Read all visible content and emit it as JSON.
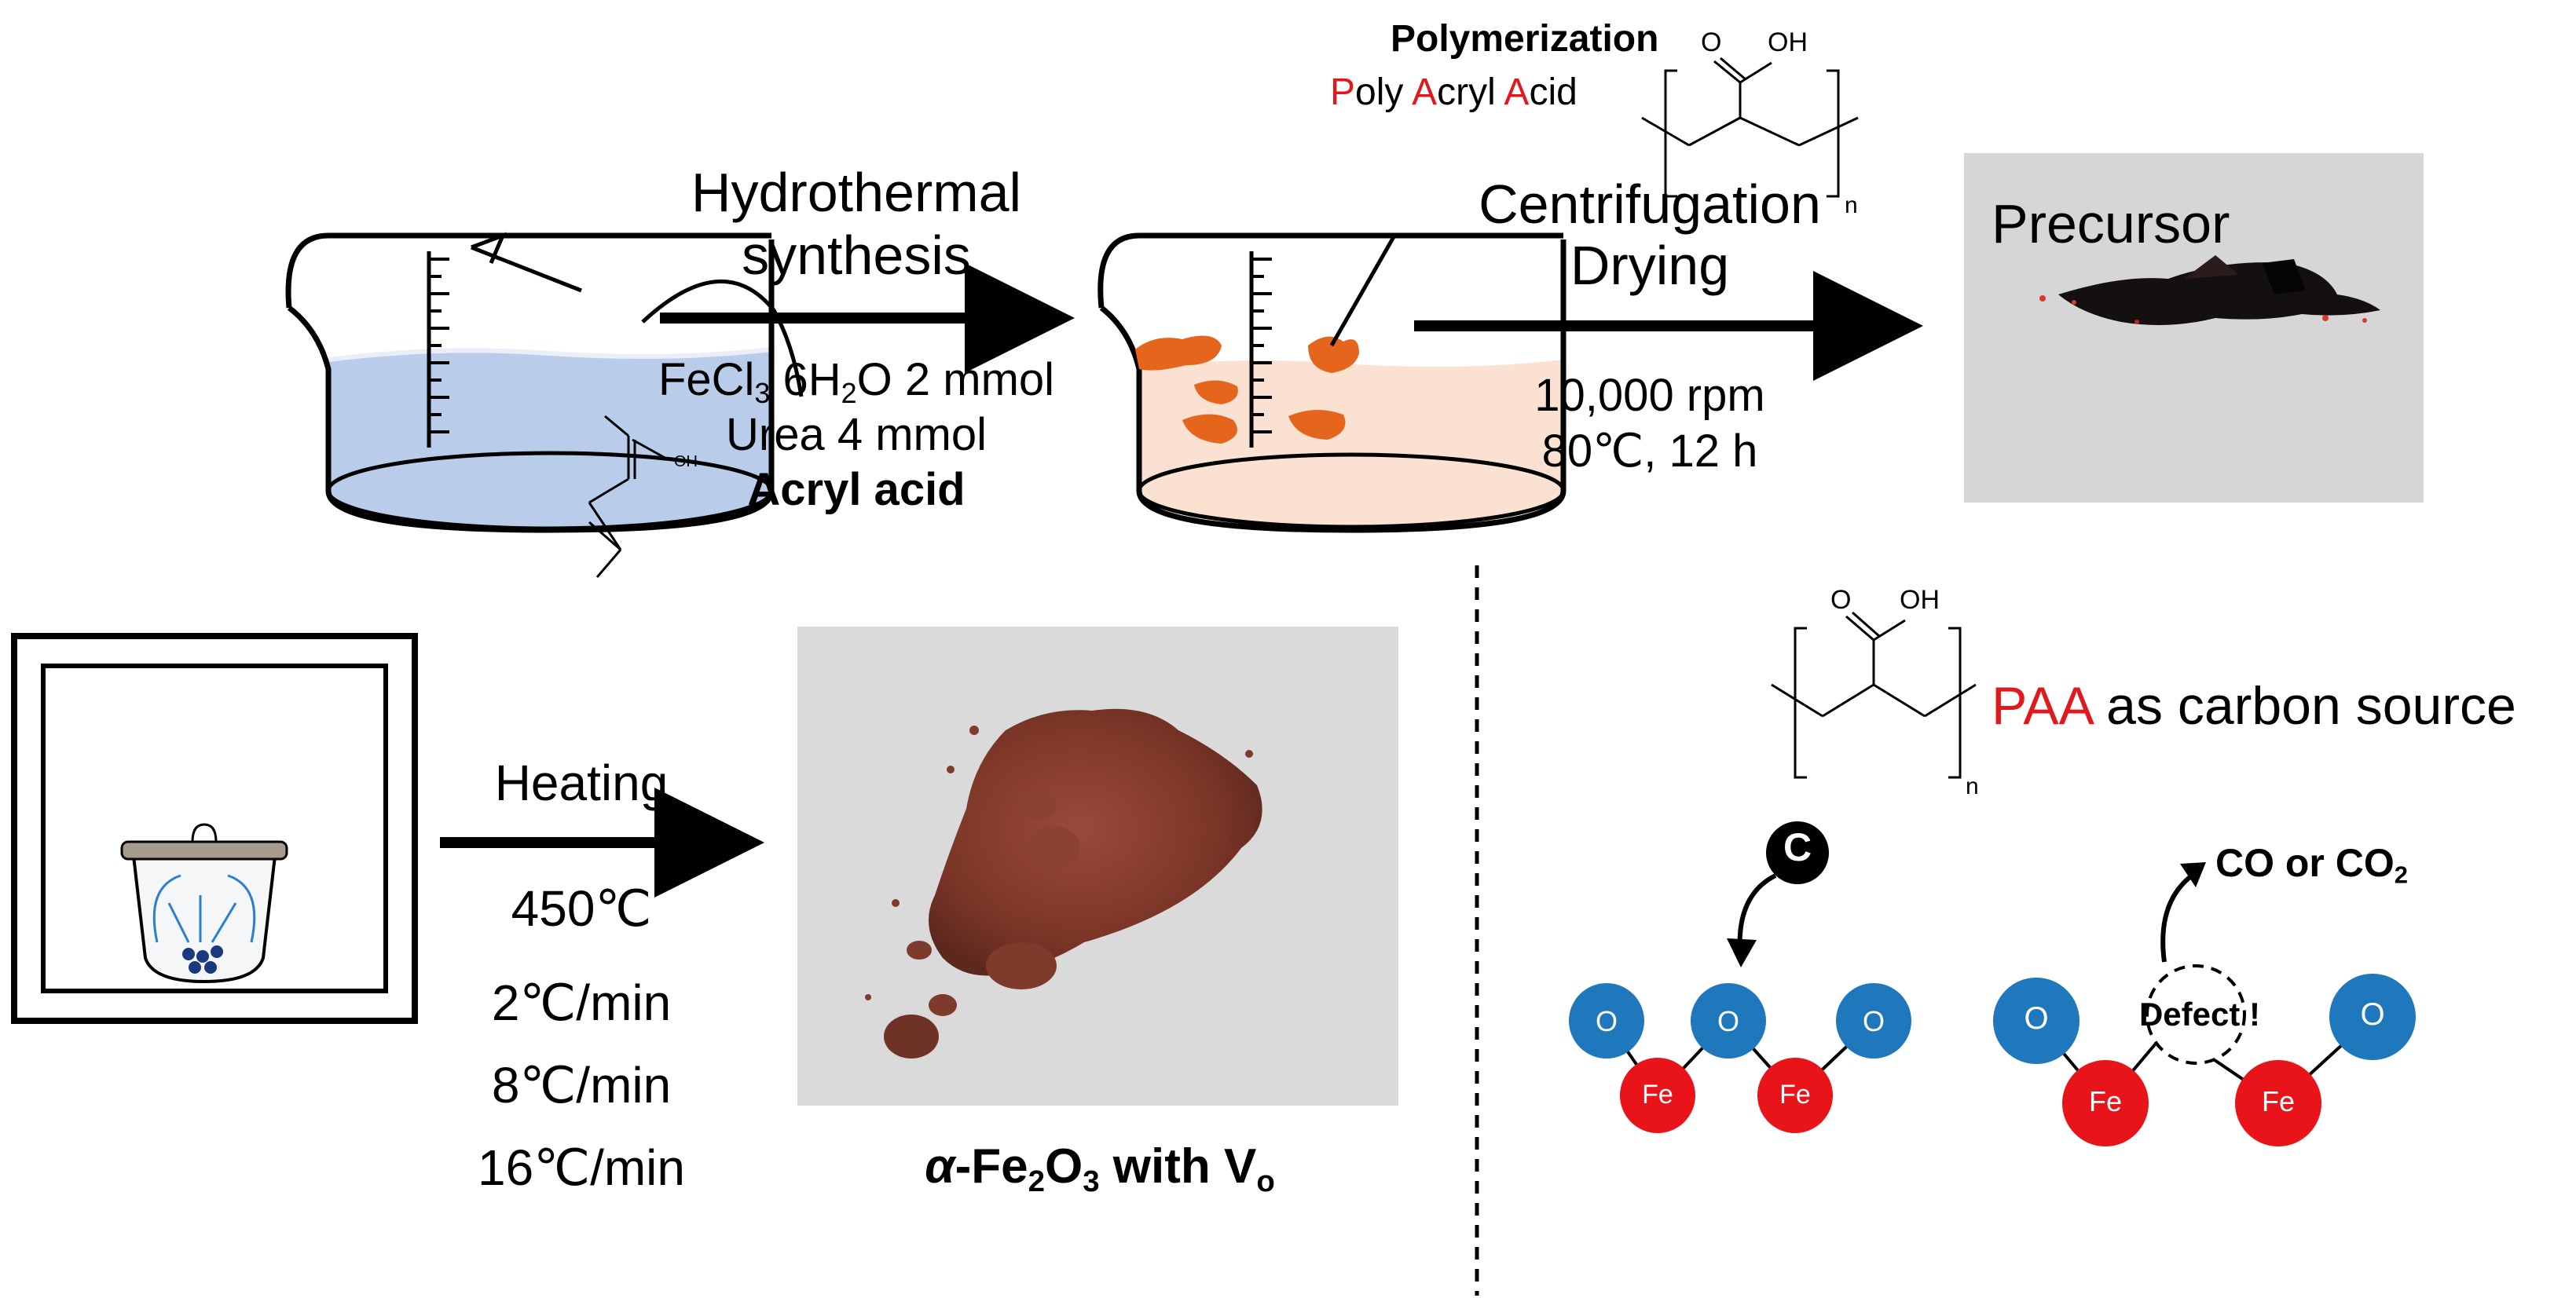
{
  "step1": {
    "arrow_label": [
      "Hydrothermal",
      "synthesis"
    ],
    "reagents": {
      "fecl3": {
        "main": "FeCl",
        "sub1": "3",
        "mid": " 6H",
        "sub2": "2",
        "rest": "O 2 mmol"
      },
      "urea": "Urea 4 mmol",
      "acryl": "Acryl acid"
    },
    "oh_label": "OH"
  },
  "polymer": {
    "title": "Polymerization",
    "name": [
      {
        "initial": "P",
        "rest": "oly "
      },
      {
        "initial": "A",
        "rest": "cryl "
      },
      {
        "initial": "A",
        "rest": "cid"
      }
    ],
    "atom_o": "O",
    "atom_oh": "OH",
    "subscript_n": "n"
  },
  "step2": {
    "arrow_label": [
      "Centrifugation",
      "Drying"
    ],
    "conditions": [
      "10,000 rpm",
      "80℃, 12 h"
    ]
  },
  "precursor": {
    "label": "Precursor"
  },
  "step3": {
    "arrow_label": "Heating",
    "conditions": [
      "450℃",
      "2℃/min",
      "8℃/min",
      "16℃/min"
    ]
  },
  "product": {
    "label": {
      "prefix": "α",
      "formula": "-Fe",
      "sub1": "2",
      "o": "O",
      "sub2": "3",
      "with": " with V",
      "sub3": "o"
    }
  },
  "mechanism": {
    "paa_label": {
      "highlight": "PAA",
      "rest": " as carbon source"
    },
    "atom_o": "O",
    "atom_oh": "OH",
    "subscript_n": "n",
    "carbon": "C",
    "oxygen": "O",
    "iron": "Fe",
    "defect": "Defect !",
    "release": {
      "main": "CO or CO",
      "sub": "2"
    }
  },
  "colors": {
    "oxygen": "#1f77bc",
    "iron": "#e8141a",
    "paa_red": "#e0191f",
    "water": "#b9cdea",
    "orange_solution": "#fbe1d2",
    "orange_blob": "#e5651c"
  }
}
